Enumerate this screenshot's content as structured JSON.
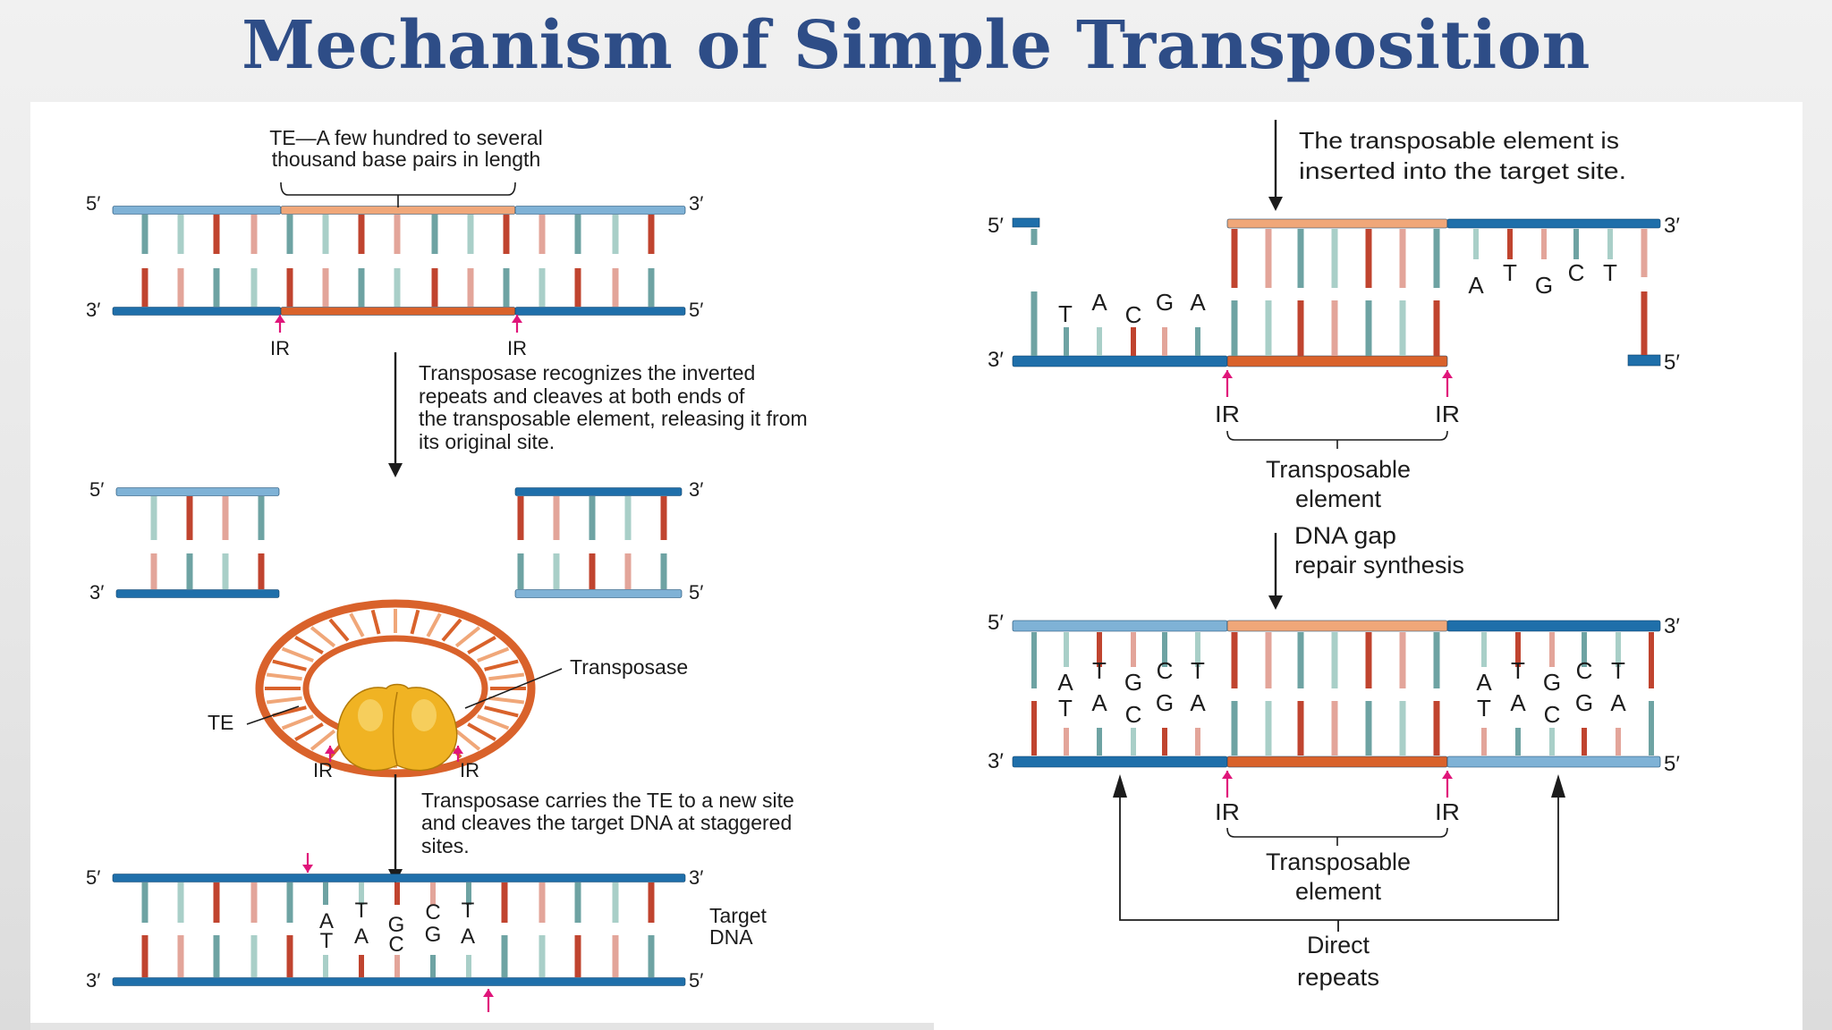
{
  "title": "Mechanism of Simple Transposition",
  "colors": {
    "blue_strand": "#1f6faa",
    "blue_strand_light": "#7fb2d6",
    "orange_strand": "#d9622b",
    "orange_light": "#f0a779",
    "arrow_pink": "#e0157a",
    "rung_teal": "#6ea3a3",
    "rung_red": "#c0442f",
    "rung_pink": "#e3a59a",
    "rung_lightteal": "#a9cfc8",
    "transposase_gold": "#f0b323"
  },
  "left": {
    "te_caption": [
      "TE—A few hundred to several",
      "thousand base pairs in length"
    ],
    "step1": {
      "top_5": "5′",
      "top_3": "3′",
      "bottom_3": "3′",
      "bottom_5": "5′",
      "ir_left": "IR",
      "ir_right": "IR"
    },
    "step1_text": [
      "Transposase recognizes the inverted",
      "repeats and cleaves at both ends of",
      "the transposable element, releasing it from",
      "its original site."
    ],
    "step2": {
      "left_5": "5′",
      "left_3": "3′",
      "right_3": "3′",
      "right_5": "5′",
      "te_label": "TE",
      "transposase_label": "Transposase",
      "ir_left": "IR",
      "ir_right": "IR"
    },
    "step2_text": [
      "Transposase carries the TE to a new site",
      "and cleaves the target DNA at staggered",
      "sites."
    ],
    "step3": {
      "top_5": "5′",
      "top_3": "3′",
      "bottom_3": "3′",
      "bottom_5": "5′",
      "target_label": [
        "Target",
        "DNA"
      ],
      "top_bases": [
        "A",
        "T",
        "G",
        "C",
        "T"
      ],
      "bottom_bases": [
        "T",
        "A",
        "C",
        "G",
        "A"
      ]
    }
  },
  "right": {
    "step4_text": [
      "The transposable element is",
      "inserted into the target site."
    ],
    "step4": {
      "top_5": "5′",
      "top_3": "3′",
      "bottom_3": "3′",
      "bottom_5": "5′",
      "left_bases": [
        "T",
        "A",
        "C",
        "G",
        "A"
      ],
      "right_bases": [
        "A",
        "T",
        "G",
        "C",
        "T"
      ],
      "ir_left": "IR",
      "ir_right": "IR",
      "te_label": [
        "Transposable",
        "element"
      ]
    },
    "step5_text": [
      "DNA gap",
      "repair synthesis"
    ],
    "step5": {
      "top_5": "5′",
      "top_3": "3′",
      "bottom_3": "3′",
      "bottom_5": "5′",
      "left_top_bases": [
        "A",
        "T",
        "G",
        "C",
        "T"
      ],
      "left_bottom_bases": [
        "T",
        "A",
        "C",
        "G",
        "A"
      ],
      "right_top_bases": [
        "A",
        "T",
        "G",
        "C",
        "T"
      ],
      "right_bottom_bases": [
        "T",
        "A",
        "C",
        "G",
        "A"
      ],
      "ir_left": "IR",
      "ir_right": "IR",
      "te_label": [
        "Transposable",
        "element"
      ],
      "direct_repeats": [
        "Direct",
        "repeats"
      ]
    }
  }
}
